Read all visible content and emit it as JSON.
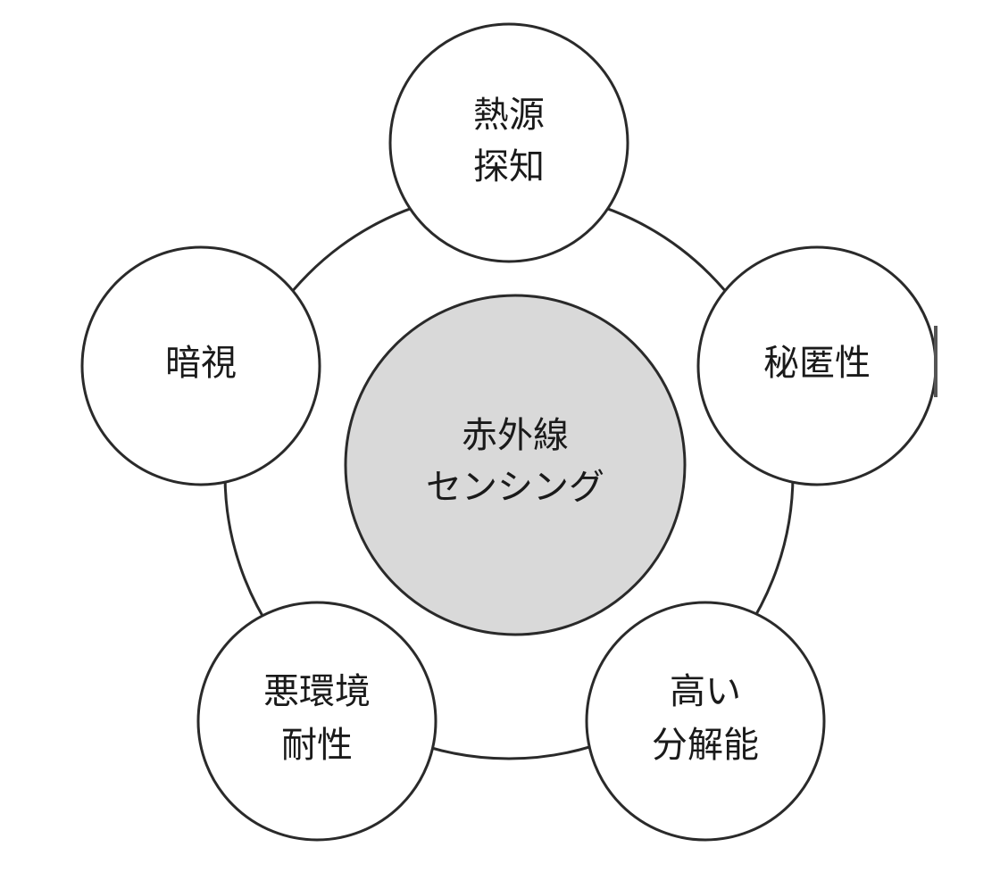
{
  "diagram": {
    "center": {
      "lines": [
        "赤外線",
        "センシング"
      ],
      "fill": "#d9d9d9"
    },
    "nodes": [
      {
        "id": "heat-source-detection",
        "lines": [
          "熱源",
          "探知"
        ]
      },
      {
        "id": "concealment",
        "lines": [
          "秘匿性"
        ]
      },
      {
        "id": "high-resolution",
        "lines": [
          "高い",
          "分解能"
        ]
      },
      {
        "id": "harsh-environment-resistance",
        "lines": [
          "悪環境",
          "耐性"
        ]
      },
      {
        "id": "night-vision",
        "lines": [
          "暗視"
        ]
      }
    ],
    "colors": {
      "stroke": "#2a2a2a",
      "node_fill": "#ffffff",
      "center_fill": "#d9d9d9",
      "text": "#1a1a1a"
    }
  }
}
